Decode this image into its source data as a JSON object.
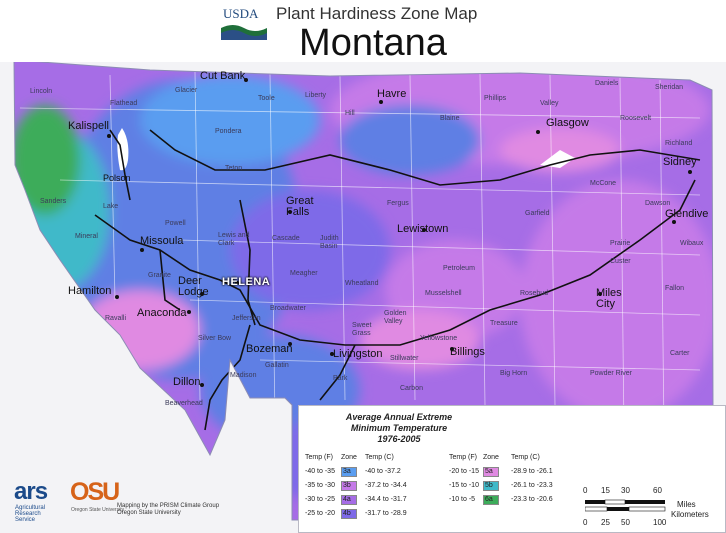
{
  "header": {
    "agency": "USDA",
    "title": "Plant Hardiness Zone Map",
    "state": "Montana"
  },
  "colors": {
    "zone_3a": "#5f7fe4",
    "zone_3b": "#7e6ae8",
    "zone_4a": "#a66de6",
    "zone_4b": "#c57ae8",
    "zone_5a": "#e08ae2",
    "zone_5b": "#40b9c9",
    "zone_6a": "#3cac5a",
    "zone_2b": "#5a9df0",
    "highway": "#111111",
    "county_lines": "#ffffff"
  },
  "map": {
    "capital": "HELENA",
    "cities": [
      "Havre",
      "Glasgow",
      "Sidney",
      "Glendive",
      "Kalispell",
      "Missoula",
      "Hamilton",
      "Deer Lodge",
      "Anaconda",
      "Great Falls",
      "Lewistown",
      "Miles City",
      "Billings",
      "Livingston",
      "Bozeman",
      "Dillon",
      "Cut Bank",
      "Polson"
    ],
    "counties": [
      "Glacier",
      "Toole",
      "Liberty",
      "Hill",
      "Blaine",
      "Phillips",
      "Valley",
      "Daniels",
      "Sheridan",
      "Roosevelt",
      "Richland",
      "McCone",
      "Garfield",
      "Petroleum",
      "Fergus",
      "Judith Basin",
      "Cascade",
      "Teton",
      "Pondera",
      "Flathead",
      "Lincoln",
      "Sanders",
      "Lake",
      "Mineral",
      "Powell",
      "Lewis and Clark",
      "Meagher",
      "Wheatland",
      "Golden Valley",
      "Musselshell",
      "Rosebud",
      "Custer",
      "Prairie",
      "Dawson",
      "Wibaux",
      "Fallon",
      "Carter",
      "Powder River",
      "Big Horn",
      "Treasure",
      "Yellowstone",
      "Stillwater",
      "Sweet Grass",
      "Park",
      "Gallatin",
      "Madison",
      "Beaverhead",
      "Jefferson",
      "Broadwater",
      "Granite",
      "Ravalli",
      "Silver Bow",
      "Carbon"
    ]
  },
  "legend": {
    "title_1": "Average Annual Extreme",
    "title_2": "Minimum Temperature",
    "title_3": "1976-2005",
    "col_temp_f": "Temp (F)",
    "col_zone": "Zone",
    "col_temp_c": "Temp (C)",
    "rows": [
      {
        "temp_f": "-40 to -35",
        "zone": "3a",
        "temp_c": "-40 to -37.2"
      },
      {
        "temp_f": "-35 to -30",
        "zone": "3b",
        "temp_c": "-37.2 to -34.4"
      },
      {
        "temp_f": "-30 to -25",
        "zone": "4a",
        "temp_c": "-34.4 to -31.7"
      },
      {
        "temp_f": "-25 to -20",
        "zone": "4b",
        "temp_c": "-31.7 to -28.9"
      },
      {
        "temp_f": "-20 to -15",
        "zone": "5a",
        "temp_c": "-28.9 to -26.1"
      },
      {
        "temp_f": "-15 to -10",
        "zone": "5b",
        "temp_c": "-26.1 to -23.3"
      },
      {
        "temp_f": "-10 to -5",
        "zone": "6a",
        "temp_c": "-23.3 to -20.6"
      }
    ],
    "scale": {
      "miles_ticks": [
        "0",
        "15",
        "30",
        "60"
      ],
      "km_ticks": [
        "0",
        "25",
        "50",
        "100"
      ],
      "miles_label": "Miles",
      "km_label": "Kilometers"
    }
  },
  "footer": {
    "ars": "ars",
    "ars_text_1": "Agricultural",
    "ars_text_2": "Research",
    "ars_text_3": "Service",
    "osu": "OSU",
    "osu_text": "Oregon State University",
    "mapping_1": "Mapping by the PRISM Climate Group",
    "mapping_2": "Oregon State University"
  }
}
